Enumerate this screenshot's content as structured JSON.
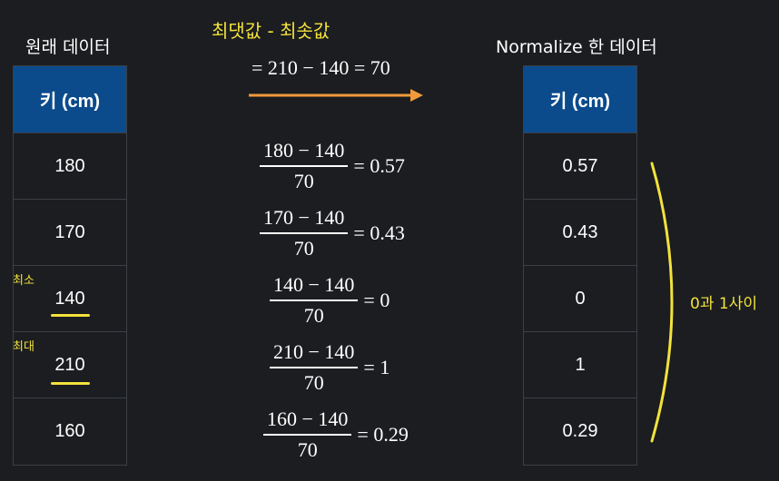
{
  "left_title": "원래 데이터",
  "right_title": "Normalize 한 데이터",
  "range_annotation": "최댓값 - 최솟값",
  "range_equation": "= 210 − 140 = 70",
  "left_table": {
    "header": "키 (cm)",
    "rows": [
      "180",
      "170",
      "140",
      "210",
      "160"
    ]
  },
  "right_table": {
    "header": "키 (cm)",
    "rows": [
      "0.57",
      "0.43",
      "0",
      "1",
      "0.29"
    ]
  },
  "min_label": "최소",
  "max_label": "최대",
  "range_label": "0과 1사이",
  "formulas": [
    {
      "numerator": "180 − 140",
      "denominator": "70",
      "result": "= 0.57"
    },
    {
      "numerator": "170 − 140",
      "denominator": "70",
      "result": "= 0.43"
    },
    {
      "numerator": "140 − 140",
      "denominator": "70",
      "result": "= 0"
    },
    {
      "numerator": "210 − 140",
      "denominator": "70",
      "result": "= 1"
    },
    {
      "numerator": "160 − 140",
      "denominator": "70",
      "result": "= 0.29"
    }
  ],
  "colors": {
    "background": "#1b1d20",
    "header_blue": "#0b4b8c",
    "annotation_yellow": "#f3e23c",
    "arrow_orange": "#f39a3a",
    "grid_border": "#3c3f44"
  }
}
